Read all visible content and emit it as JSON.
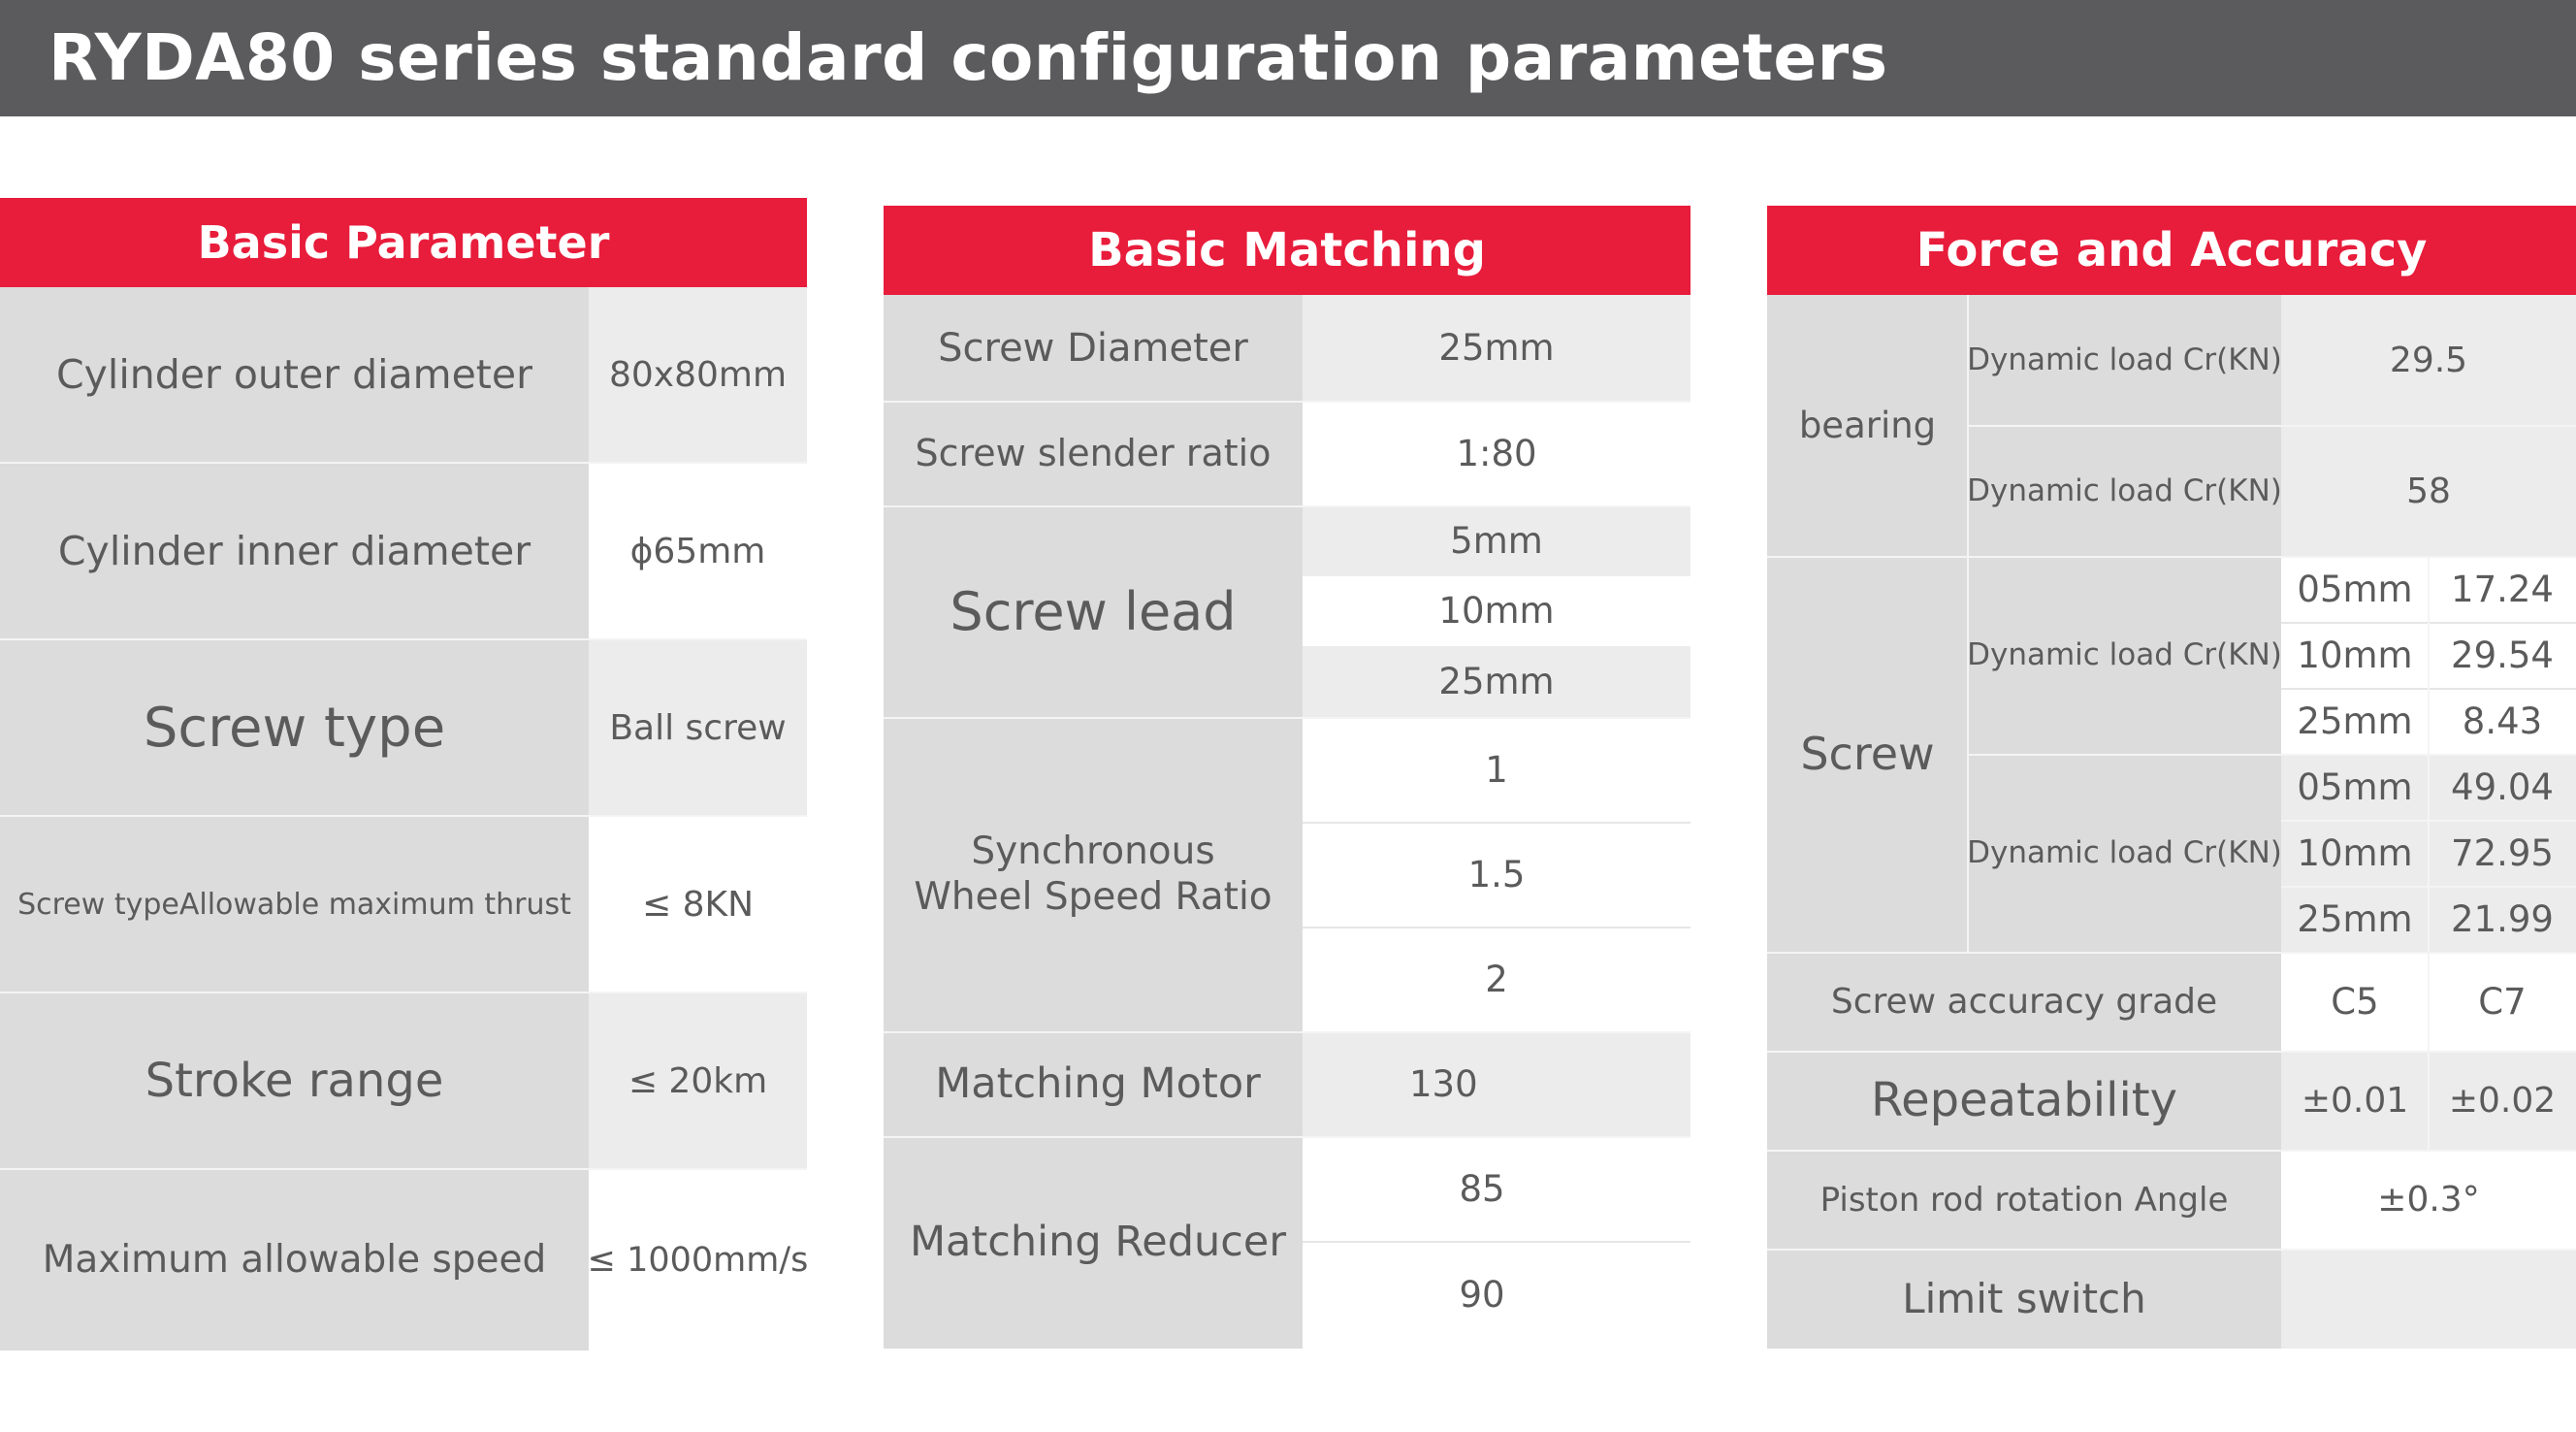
{
  "title": "RYDA80 series standard configuration parameters",
  "colors": {
    "banner": "#5b5a5c",
    "accent": "#e81c3b",
    "label_bg": "#dcdcdc",
    "alt_bg": "#ececec",
    "text": "#5b5b5b"
  },
  "basic_parameter": {
    "header": "Basic Parameter",
    "rows": [
      {
        "label": "Cylinder outer diameter",
        "value": "80x80mm"
      },
      {
        "label": "Cylinder inner diameter",
        "value": "ϕ65mm"
      },
      {
        "label": "Screw type",
        "value": "Ball screw"
      },
      {
        "label": "Screw typeAllowable maximum thrust",
        "value": "≤ 8KN"
      },
      {
        "label": "Stroke range",
        "value": "≤ 20km"
      },
      {
        "label": "Maximum allowable speed",
        "value": "≤ 1000mm/s"
      }
    ]
  },
  "basic_matching": {
    "header": "Basic Matching",
    "screw_diameter": {
      "label": "Screw Diameter",
      "value": "25mm"
    },
    "slender_ratio": {
      "label": "Screw slender ratio",
      "value": "1:80"
    },
    "screw_lead": {
      "label": "Screw lead",
      "values": [
        "5mm",
        "10mm",
        "25mm"
      ]
    },
    "sync_wheel": {
      "label": "Synchronous Wheel Speed Ratio",
      "values": [
        "1",
        "1.5",
        "2"
      ]
    },
    "matching_motor": {
      "label": "Matching Motor",
      "value": "130"
    },
    "matching_reducer": {
      "label": "Matching Reducer",
      "values": [
        "85",
        "90"
      ]
    }
  },
  "force_accuracy": {
    "header": "Force and Accuracy",
    "bearing": {
      "label": "bearing",
      "rows": [
        {
          "label": "Dynamic load Cr(KN)",
          "value": "29.5"
        },
        {
          "label": "Dynamic load Cr(KN)",
          "value": "58"
        }
      ]
    },
    "screw": {
      "label": "Screw",
      "groups": [
        {
          "label": "Dynamic load Cr(KN)",
          "rows": [
            {
              "lead": "05mm",
              "value": "17.24"
            },
            {
              "lead": "10mm",
              "value": "29.54"
            },
            {
              "lead": "25mm",
              "value": "8.43"
            }
          ]
        },
        {
          "label": "Dynamic load Cr(KN)",
          "rows": [
            {
              "lead": "05mm",
              "value": "49.04"
            },
            {
              "lead": "10mm",
              "value": "72.95"
            },
            {
              "lead": "25mm",
              "value": "21.99"
            }
          ]
        }
      ]
    },
    "accuracy_grade": {
      "label": "Screw accuracy grade",
      "values": [
        "C5",
        "C7"
      ]
    },
    "repeatability": {
      "label": "Repeatability",
      "values": [
        "±0.01",
        "±0.02"
      ]
    },
    "piston_angle": {
      "label": "Piston rod rotation Angle",
      "value": "±0.3°"
    },
    "limit_switch": {
      "label": "Limit switch",
      "value": ""
    }
  }
}
